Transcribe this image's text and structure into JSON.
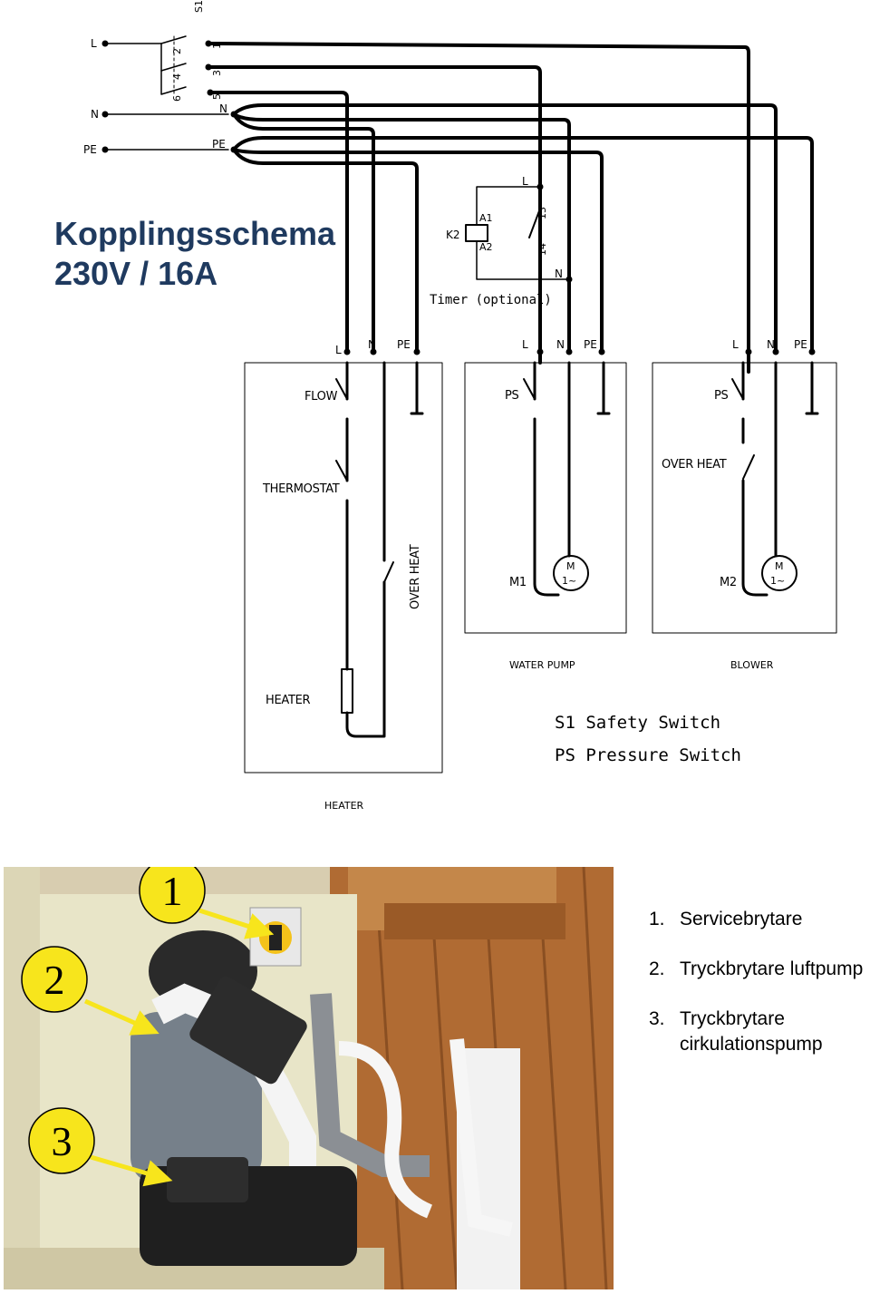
{
  "title": {
    "line1": "Kopplingsschema",
    "line2": "230V / 16A"
  },
  "supply": {
    "l": "L",
    "n": "N",
    "pe": "PE",
    "pe_right": "PE",
    "n_right": "N",
    "switch_name": "S1",
    "terminals": [
      "1",
      "2",
      "3",
      "4",
      "5",
      "6"
    ]
  },
  "timer": {
    "relay": "K2",
    "a1": "A1",
    "a2": "A2",
    "t13": "13",
    "t14": "14",
    "l": "L",
    "n": "N",
    "caption": "Timer (optional)"
  },
  "heater_unit": {
    "terminal_l": "L",
    "terminal_n": "N",
    "terminal_pe": "PE",
    "flow": "FLOW",
    "thermostat": "THERMOSTAT",
    "over_heat": "OVER HEAT",
    "heater_inside": "HEATER",
    "caption": "HEATER"
  },
  "water_pump_unit": {
    "terminal_l": "L",
    "terminal_n": "N",
    "terminal_pe": "PE",
    "ps": "PS",
    "motor_id": "M1",
    "motor_m": "M",
    "motor_phase": "1~",
    "caption": "WATER PUMP"
  },
  "blower_unit": {
    "terminal_l": "L",
    "terminal_n": "N",
    "terminal_pe": "PE",
    "ps": "PS",
    "over_heat": "OVER HEAT",
    "motor_id": "M2",
    "motor_m": "M",
    "motor_phase": "1~",
    "caption": "BLOWER"
  },
  "legend_abbr": {
    "line1": "S1 Safety Switch",
    "line2": "PS Pressure Switch"
  },
  "photo": {
    "callouts": [
      "1",
      "2",
      "3"
    ]
  },
  "photo_legend": [
    {
      "num": "1.",
      "text": "Servicebrytare"
    },
    {
      "num": "2.",
      "text": "Tryckbrytare luftpump"
    },
    {
      "num": "3.",
      "text": "Tryckbrytare cirkulationspump"
    }
  ],
  "colors": {
    "title": "#1f3a5f",
    "callout_fill": "#f7e51c",
    "line": "#000000"
  }
}
